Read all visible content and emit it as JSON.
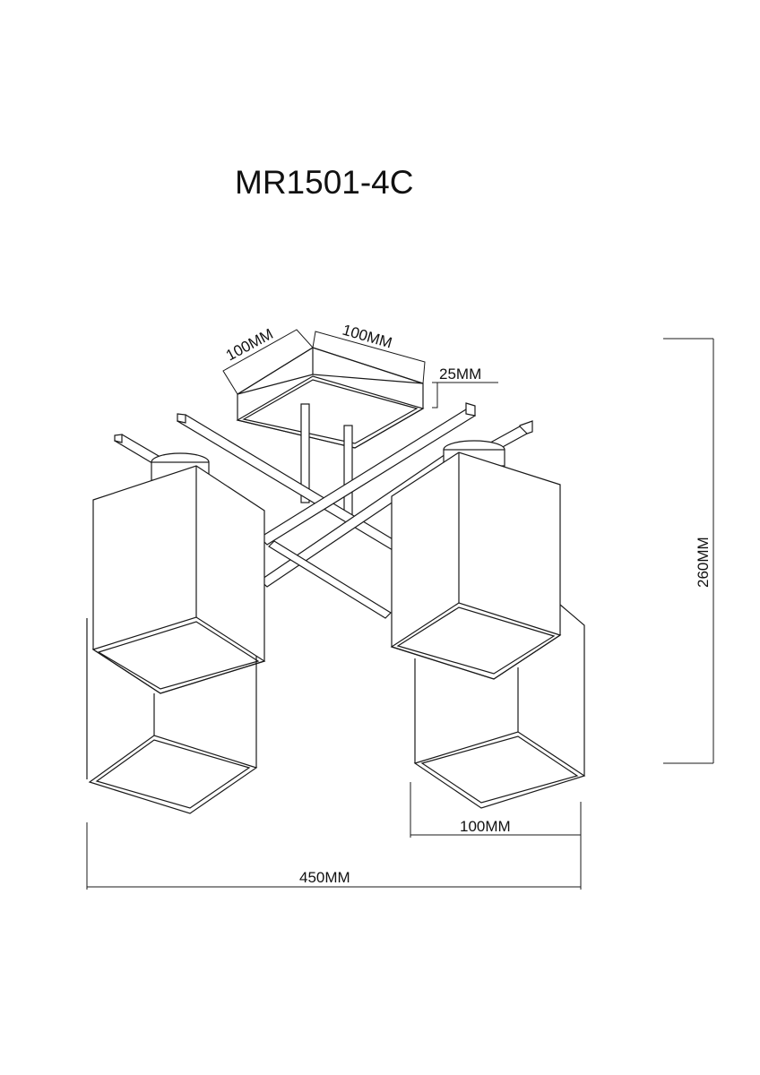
{
  "title": "MR1501-4C",
  "dimensions": {
    "canopy_width_left": "100MM",
    "canopy_width_right": "100MM",
    "canopy_height": "25MM",
    "total_height": "260MM",
    "shade_width": "100MM",
    "total_width": "450MM"
  }
}
